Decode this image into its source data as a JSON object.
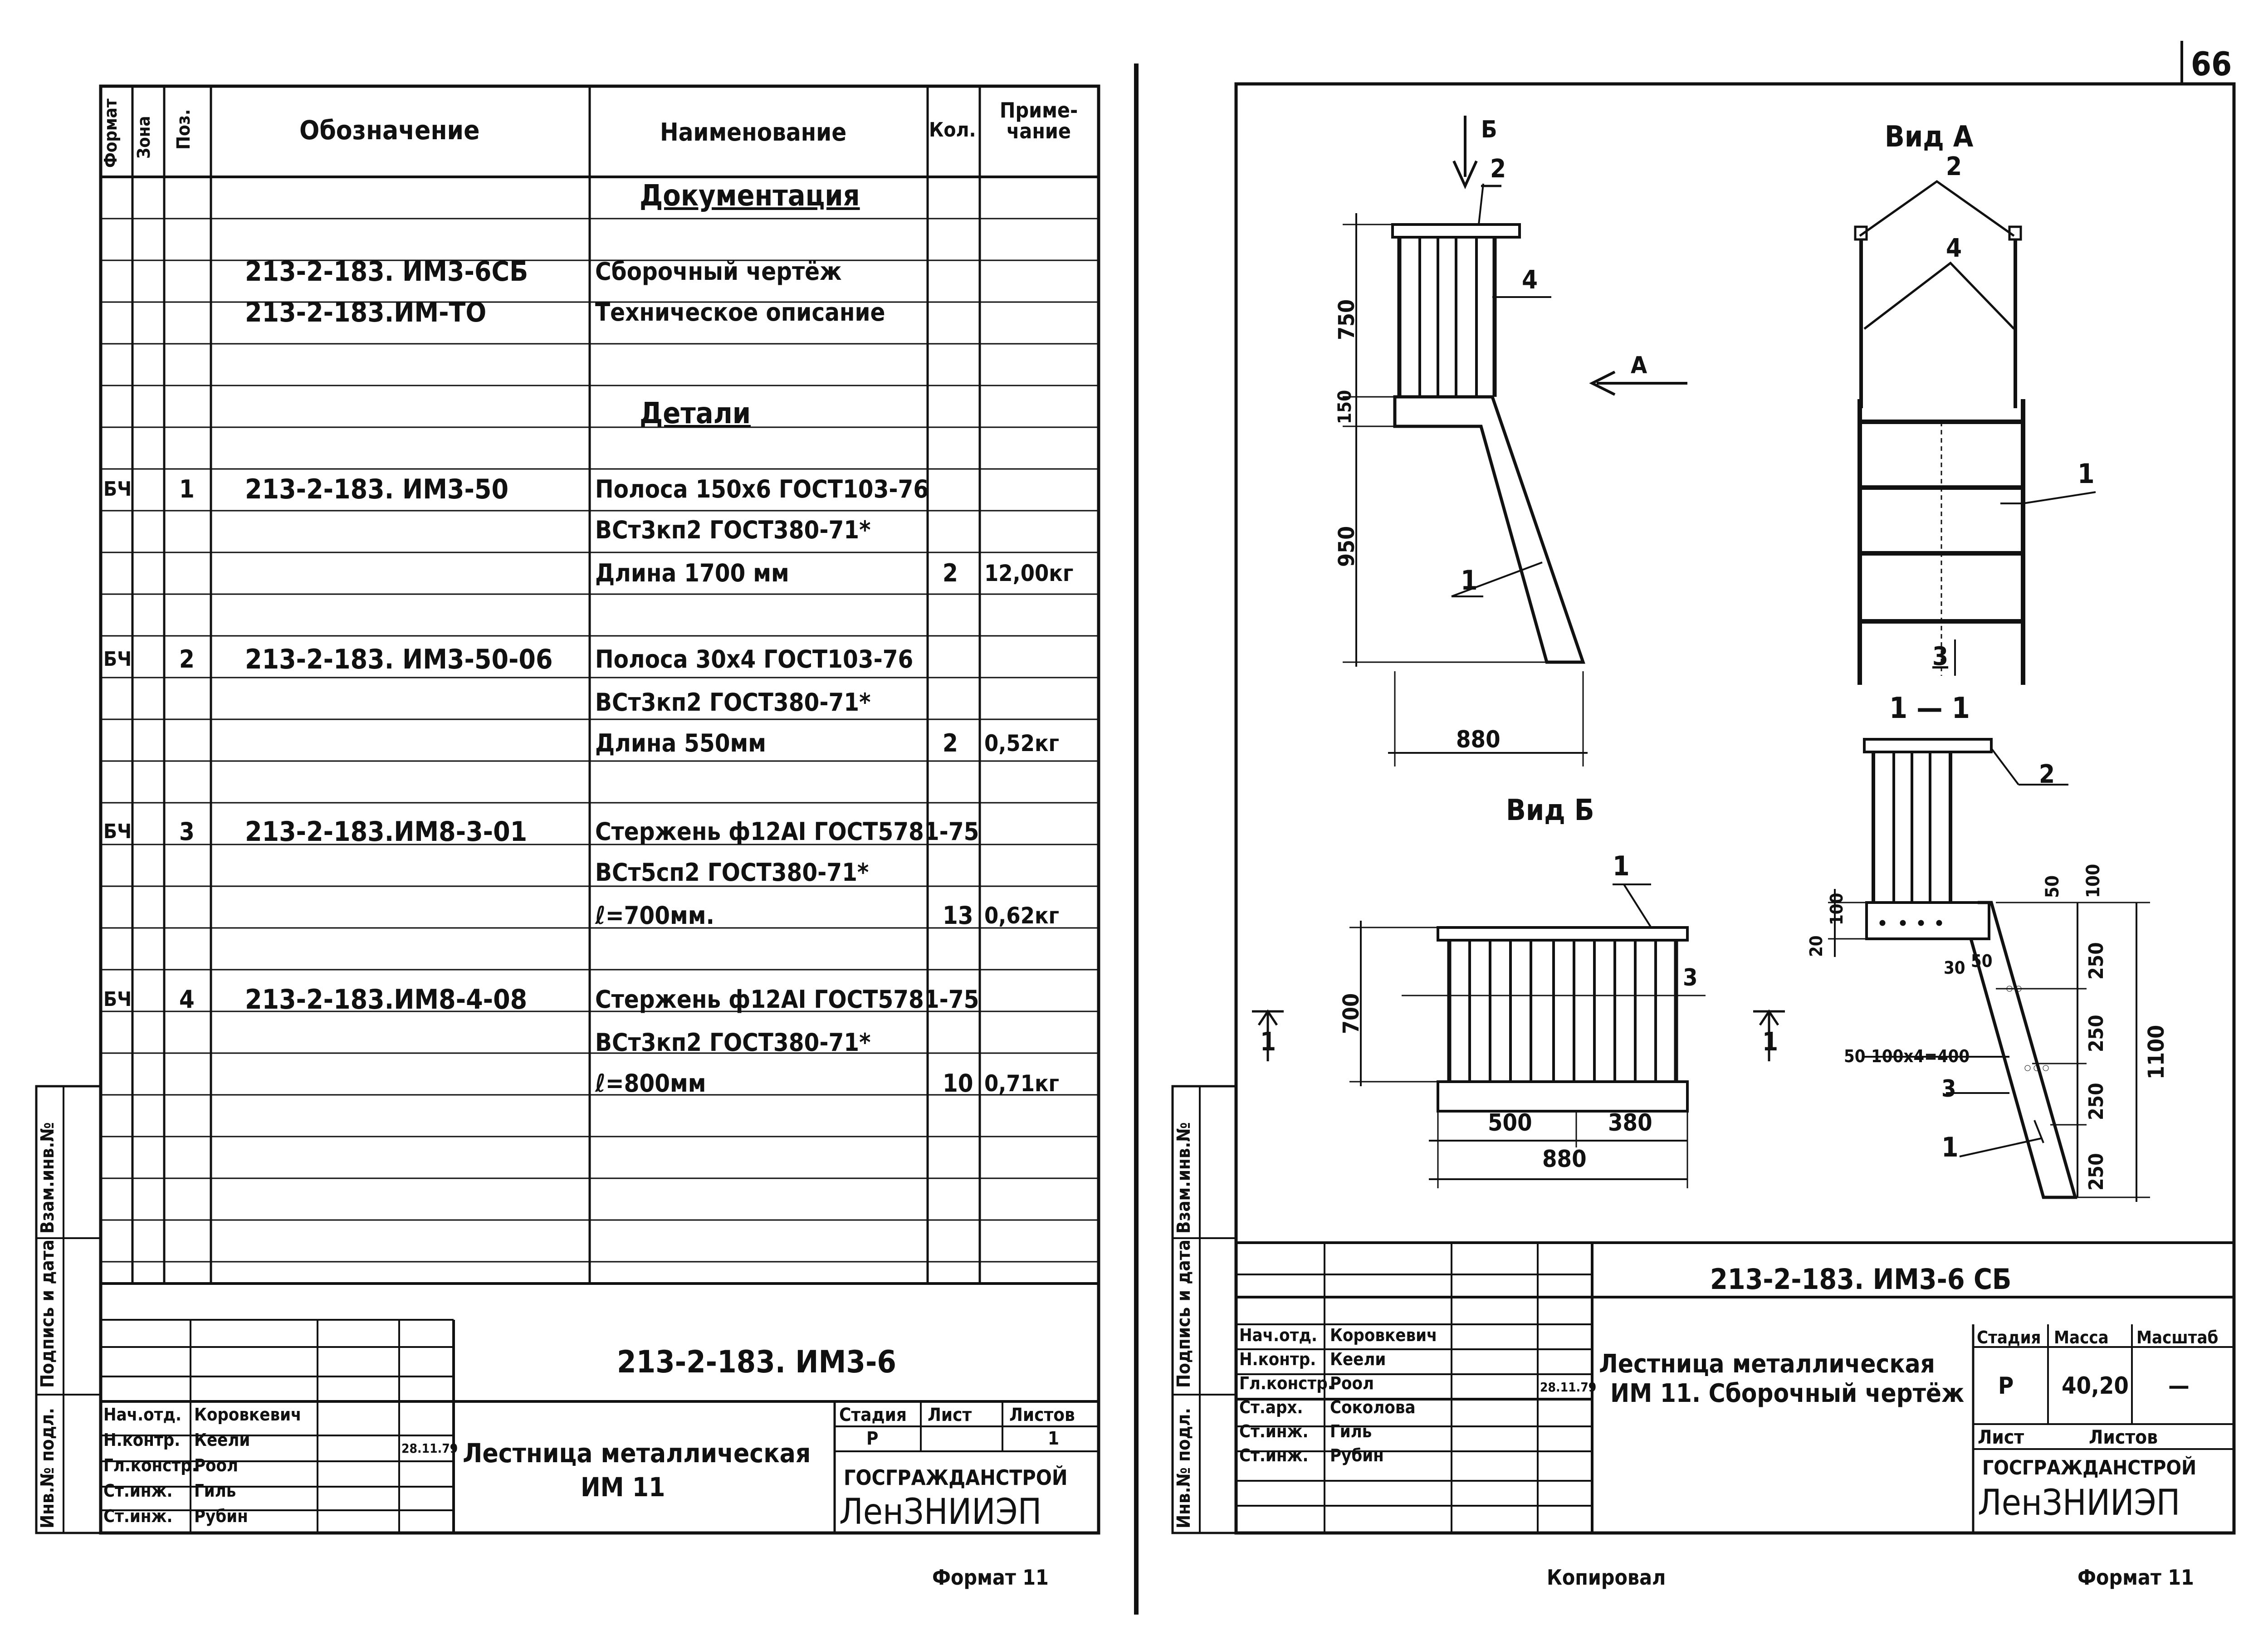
{
  "page_number": "66",
  "spec": {
    "headers": {
      "format": "Формат",
      "zone": "Зона",
      "pos": "Поз.",
      "designation": "Обозначение",
      "name": "Наименование",
      "qty": "Кол.",
      "note": "Приме-чание"
    },
    "section_docs": "Документация",
    "section_parts": "Детали",
    "rows": [
      {
        "format": "",
        "pos": "",
        "designation": "213-2-183. ИМ3-6СБ",
        "name": "Сборочный чертёж",
        "qty": "",
        "note": ""
      },
      {
        "format": "",
        "pos": "",
        "designation": "213-2-183.ИМ-ТО",
        "name": "Техническое описание",
        "qty": "",
        "note": ""
      },
      {
        "format": "БЧ",
        "pos": "1",
        "designation": "213-2-183. ИМ3-50",
        "name": "Полоса 150x6 ГОСТ103-76",
        "qty": "",
        "note": ""
      },
      {
        "format": "",
        "pos": "",
        "designation": "",
        "name": "ВСт3кп2 ГОСТ380-71*",
        "qty": "",
        "note": ""
      },
      {
        "format": "",
        "pos": "",
        "designation": "",
        "name": "Длина 1700 мм",
        "qty": "2",
        "note": "12,00кг"
      },
      {
        "format": "БЧ",
        "pos": "2",
        "designation": "213-2-183. ИМ3-50-06",
        "name": "Полоса 30x4 ГОСТ103-76",
        "qty": "",
        "note": ""
      },
      {
        "format": "",
        "pos": "",
        "designation": "",
        "name": "ВСт3кп2 ГОСТ380-71*",
        "qty": "",
        "note": ""
      },
      {
        "format": "",
        "pos": "",
        "designation": "",
        "name": "Длина 550мм",
        "qty": "2",
        "note": "0,52кг"
      },
      {
        "format": "БЧ",
        "pos": "3",
        "designation": "213-2-183.ИМ8-3-01",
        "name": "Стержень ф12АI ГОСТ5781-75",
        "qty": "",
        "note": ""
      },
      {
        "format": "",
        "pos": "",
        "designation": "",
        "name": "ВСт5сп2 ГОСТ380-71*",
        "qty": "",
        "note": ""
      },
      {
        "format": "",
        "pos": "",
        "designation": "",
        "name": "ℓ=700мм.",
        "qty": "13",
        "note": "0,62кг"
      },
      {
        "format": "БЧ",
        "pos": "4",
        "designation": "213-2-183.ИМ8-4-08",
        "name": "Стержень ф12АI ГОСТ5781-75",
        "qty": "",
        "note": ""
      },
      {
        "format": "",
        "pos": "",
        "designation": "",
        "name": "ВСт3кп2 ГОСТ380-71*",
        "qty": "",
        "note": ""
      },
      {
        "format": "",
        "pos": "",
        "designation": "",
        "name": "ℓ=800мм",
        "qty": "10",
        "note": "0,71кг"
      }
    ],
    "side_stamp": [
      "Инв.№ подл.",
      "Подпись и дата",
      "Взам.инв.№"
    ],
    "title_block": {
      "code": "213-2-183. ИМ3-6",
      "title_line1": "Лестница металлическая",
      "title_line2": "ИМ 11",
      "stage_label": "Стадия",
      "sheet_label": "Лист",
      "sheets_label": "Листов",
      "stage": "Р",
      "sheets": "1",
      "org1": "ГОСГРАЖДАНСТРОЙ",
      "org2": "ЛенЗНИИЭП",
      "people": [
        {
          "role": "Нач.отд.",
          "name": "Коровкевич"
        },
        {
          "role": "Н.контр.",
          "name": "Кеели"
        },
        {
          "role": "Гл.констр.",
          "name": "Роол"
        },
        {
          "role": "Ст.инж.",
          "name": "Гиль"
        },
        {
          "role": "Ст.инж.",
          "name": "Рубин"
        }
      ],
      "date": "28.11.79"
    },
    "format_label": "Формат 11"
  },
  "drawing": {
    "labels": {
      "view_a": "Вид А",
      "view_b": "Вид Б",
      "section": "1 — 1",
      "arrow_a": "А",
      "arrow_b": "Б"
    },
    "dims": {
      "d750": "750",
      "d150": "150",
      "d950": "950",
      "d880": "880",
      "d700": "700",
      "d500": "500",
      "d380": "380",
      "d880b": "880",
      "d20": "20",
      "d100": "100",
      "d50": "50",
      "d250": "250",
      "d1100": "1100",
      "d30": "30",
      "d100x4": "100x4=400"
    },
    "positions": [
      "1",
      "2",
      "3",
      "4"
    ],
    "section_marks": [
      "1",
      "1"
    ],
    "title_block": {
      "code": "213-2-183. ИМ3-6 СБ",
      "title_line1": "Лестница металлическая",
      "title_line2": "ИМ 11. Сборочный чертёж",
      "stage_label": "Стадия",
      "mass_label": "Масса",
      "scale_label": "Масштаб",
      "stage": "Р",
      "mass": "40,20",
      "scale": "—",
      "sheet_label": "Лист",
      "sheets_label": "Листов",
      "org1": "ГОСГРАЖДАНСТРОЙ",
      "org2": "ЛенЗНИИЭП",
      "people": [
        {
          "role": "Нач.отд.",
          "name": "Коровкевич"
        },
        {
          "role": "Н.контр.",
          "name": "Кеели"
        },
        {
          "role": "Гл.констр.",
          "name": "Роол"
        },
        {
          "role": "Ст.арх.",
          "name": "Соколова"
        },
        {
          "role": "Ст.инж.",
          "name": "Гиль"
        },
        {
          "role": "Ст.инж.",
          "name": "Рубин"
        }
      ],
      "date": "28.11.79"
    },
    "copied_label": "Копировал",
    "format_label": "Формат 11"
  }
}
